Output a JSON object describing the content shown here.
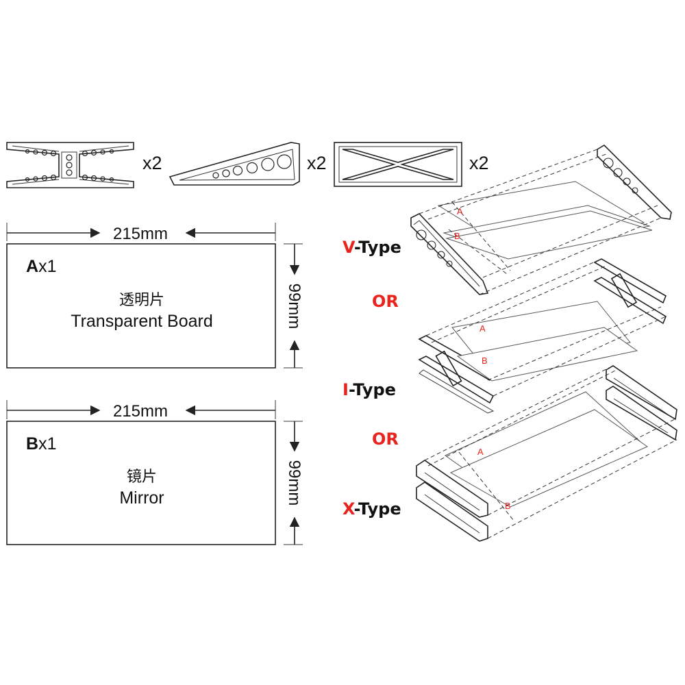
{
  "parts": [
    {
      "name": "i-frame",
      "qty": "x2"
    },
    {
      "name": "v-frame",
      "qty": "x2"
    },
    {
      "name": "x-frame",
      "qty": "x2"
    }
  ],
  "boards": [
    {
      "id": "A",
      "count": "x1",
      "cn": "透明片",
      "en": "Transparent Board",
      "width": "215mm",
      "height": "99mm"
    },
    {
      "id": "B",
      "count": "x1",
      "cn": "镜片",
      "en": "Mirror",
      "width": "215mm",
      "height": "99mm"
    }
  ],
  "types": [
    {
      "prefix": "V",
      "suffix": "-Type"
    },
    {
      "prefix": "I",
      "suffix": "-Type"
    },
    {
      "prefix": "X",
      "suffix": "-Type"
    }
  ],
  "or_label": "OR",
  "sheet_labels": {
    "a": "A",
    "b": "B"
  },
  "colors": {
    "accent": "#e8241c",
    "line": "#222222"
  }
}
